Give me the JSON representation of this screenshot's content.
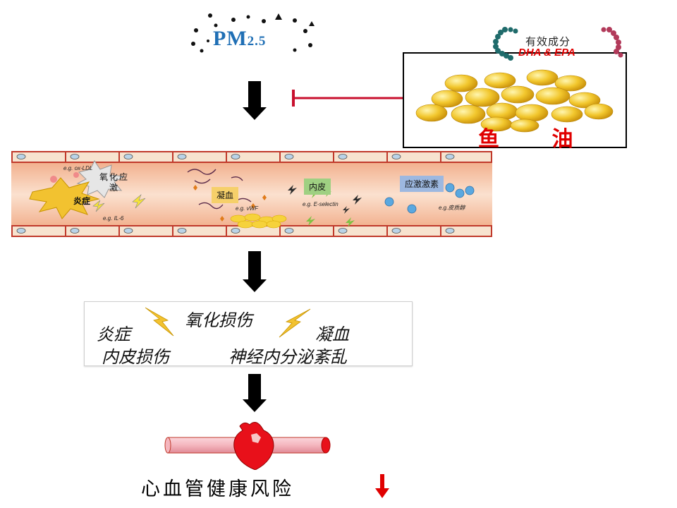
{
  "pm": {
    "label": "PM",
    "sub": "2.5"
  },
  "fish_oil": {
    "label": "鱼 油",
    "active_components_label": "有效成分",
    "components": "DHA & EPA"
  },
  "vessel": {
    "oxidative_stress": "氧化应激",
    "inflammation": "炎症",
    "coagulation": "凝血",
    "endothelium": "内皮",
    "stress_hormone": "应激激素",
    "eg_ox_ldl": "e.g. ox-LDL",
    "eg_il6": "e.g. IL-6",
    "eg_vwf": "e.g. vWF",
    "eg_e_selectin": "e.g. E-selectin",
    "eg_cortisol": "e.g.皮质醇"
  },
  "effects": {
    "items": [
      "炎症",
      "氧化损伤",
      "凝血",
      "内皮损伤",
      "神经内分泌紊乱"
    ]
  },
  "outcome": {
    "label": "心血管健康风险"
  },
  "colors": {
    "pm_blue": "#1f6fb5",
    "inhibit_red": "#c8102e",
    "fish_label_red": "#e00000",
    "vessel_wall": "#f7e3cf",
    "vessel_border": "#c0392b",
    "vessel_lumen": "#f6c5a6",
    "lightning_yellow": "#f2c230",
    "capsule_gold": "#f2c72d",
    "artery_pink": "#f4b6be",
    "heart_red": "#e8101a",
    "down_arrow_red": "#e00000"
  }
}
